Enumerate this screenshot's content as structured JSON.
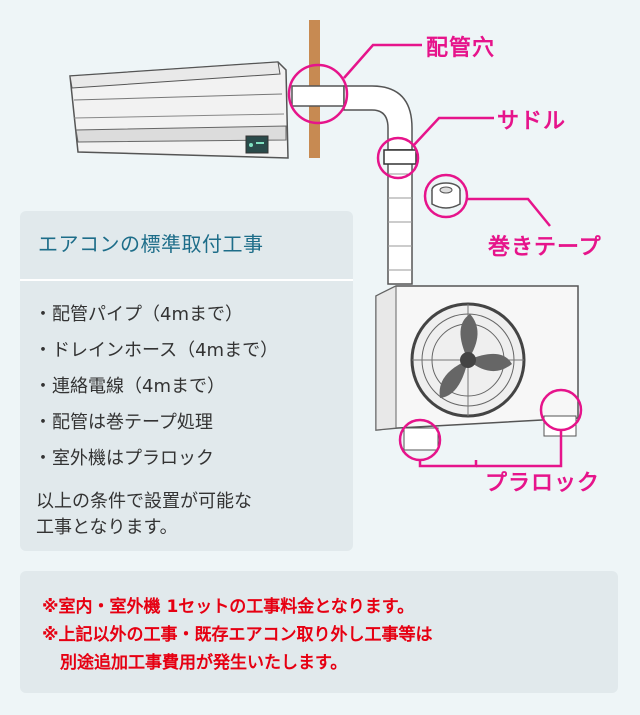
{
  "callouts": {
    "pipe_hole": "配管穴",
    "saddle": "サドル",
    "winding_tape": "巻きテープ",
    "pla_block": "プラロック"
  },
  "info_box": {
    "title": "エアコンの標準取付工事",
    "items": [
      "・配管パイプ（4mまで）",
      "・ドレインホース（4mまで）",
      "・連絡電線（4mまで）",
      "・配管は巻テープ処理",
      "・室外機はプラロック"
    ],
    "note_lines": [
      "以上の条件で設置が可能な",
      "工事となります。"
    ]
  },
  "notice": {
    "lines": [
      "※室内・室外機 1セットの工事料金となります。",
      "※上記以外の工事・既存エアコン取り外し工事等は",
      "別途追加工事費用が発生いたします。"
    ]
  },
  "colors": {
    "accent": "#e6148b",
    "title": "#1d6d89",
    "warning": "#e60012",
    "panel": "#e1e9ec",
    "background": "#eef5f7"
  }
}
